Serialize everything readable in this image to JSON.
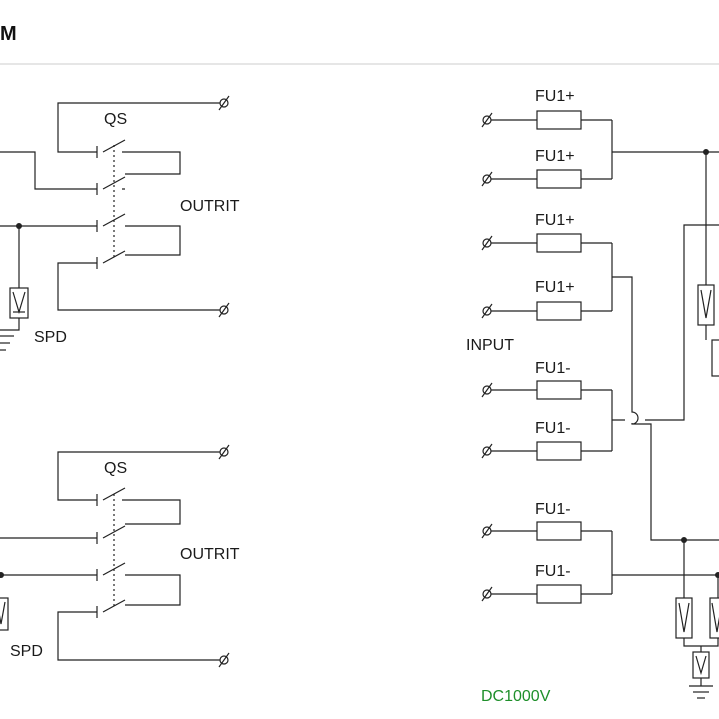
{
  "header": {
    "title": "M"
  },
  "left_top": {
    "switch_label": "QS",
    "output_label": "OUTRIT",
    "spd_label": "SPD"
  },
  "left_bottom": {
    "switch_label": "QS",
    "output_label": "OUTRIT",
    "spd_label": "SPD"
  },
  "right": {
    "fuse_labels": [
      "FU1+",
      "FU1+",
      "FU1+",
      "FU1+",
      "FU1-",
      "FU1-",
      "FU1-",
      "FU1-"
    ],
    "input_label": "INPUT",
    "voltage_label": "DC1000V"
  },
  "colors": {
    "voltage_text": "#1e8f2a",
    "line": "#222222",
    "header_rule": "#cccccc"
  },
  "icons": [
    "terminal-icon",
    "ground-icon",
    "spd-icon",
    "switch-contact-icon",
    "fuse-icon"
  ]
}
